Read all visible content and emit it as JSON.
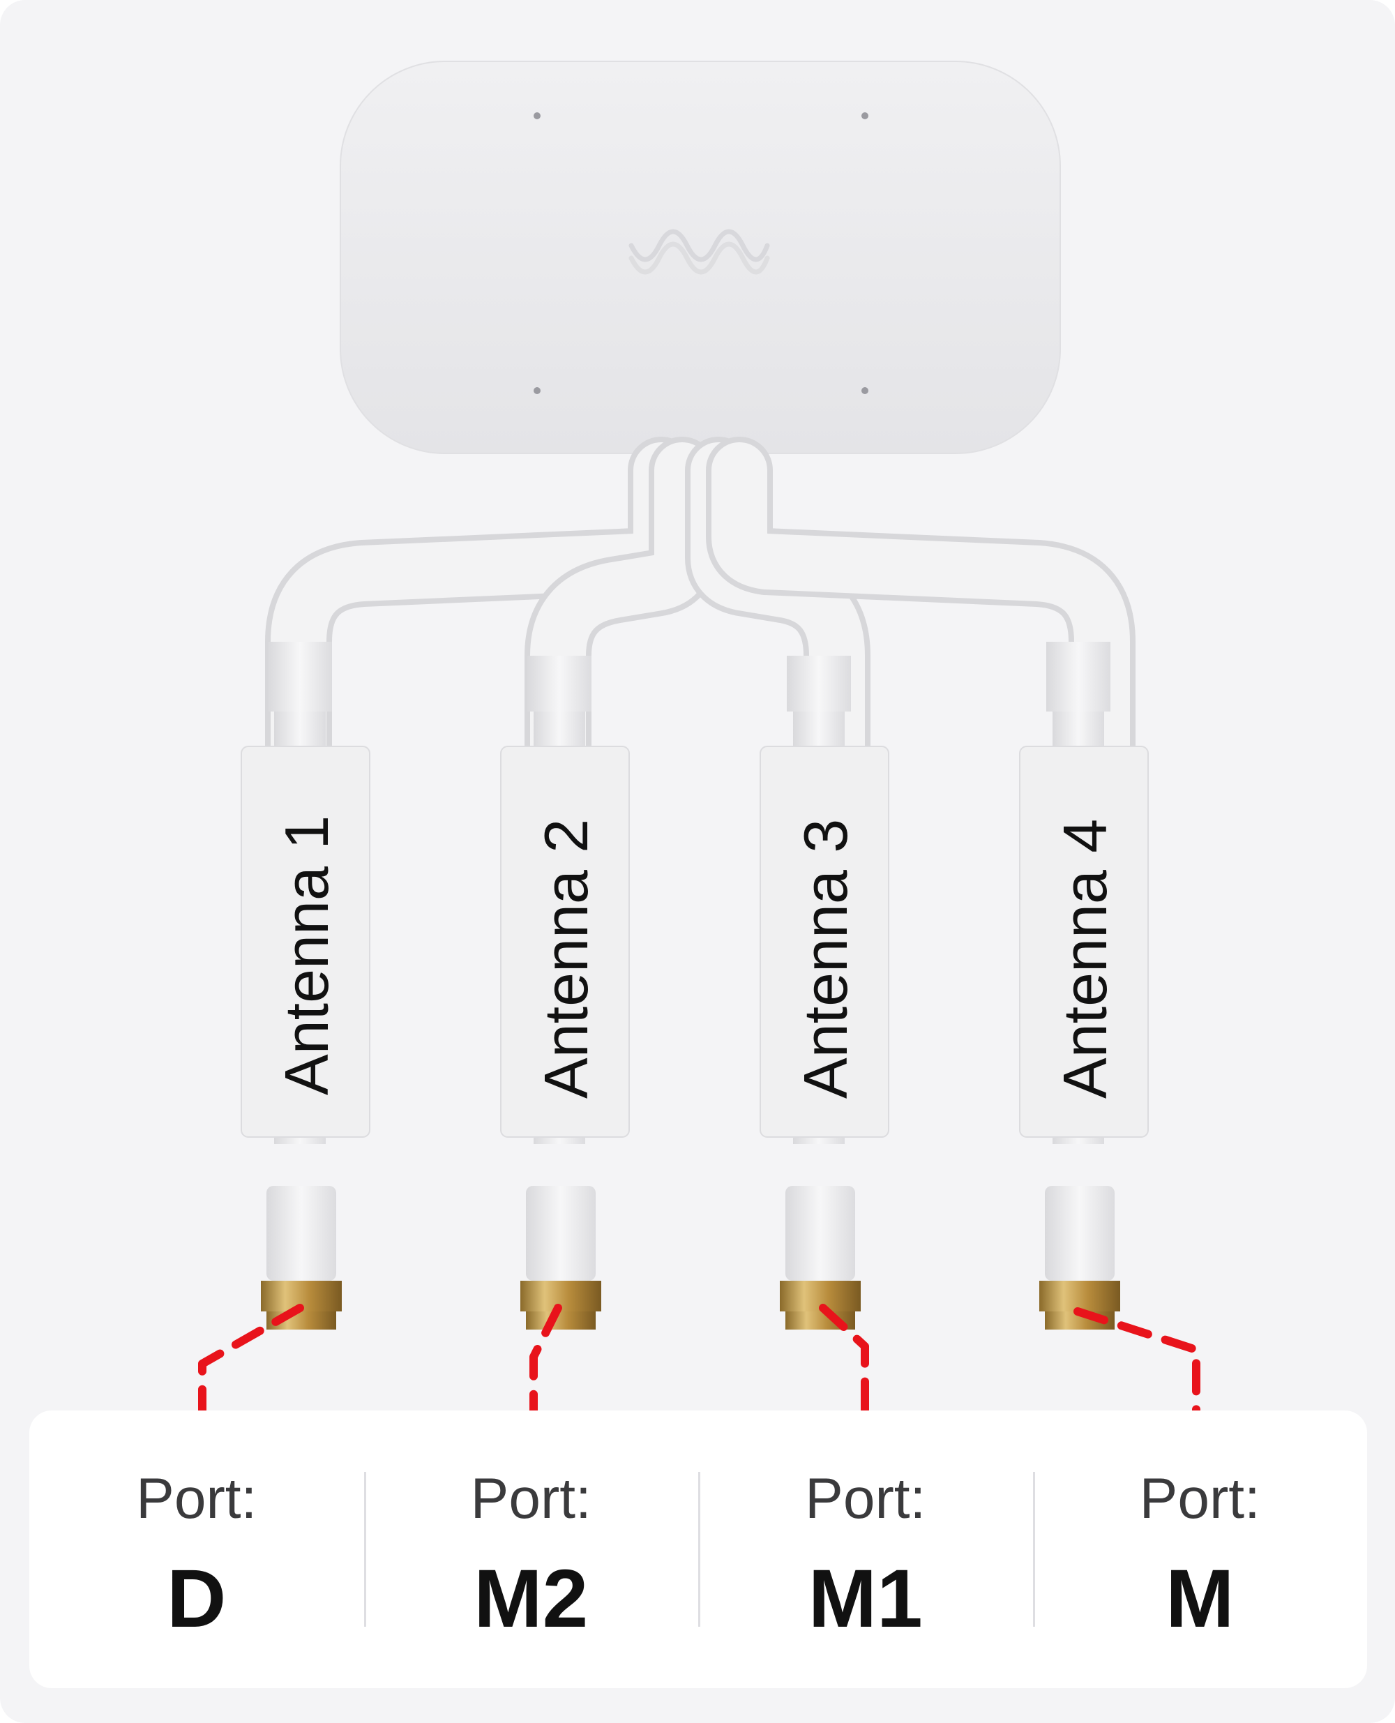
{
  "antennas": [
    {
      "label": "Antenna 1"
    },
    {
      "label": "Antenna 2"
    },
    {
      "label": "Antenna 3"
    },
    {
      "label": "Antenna 4"
    }
  ],
  "ports": [
    {
      "label": "Port:",
      "value": "D"
    },
    {
      "label": "Port:",
      "value": "M2"
    },
    {
      "label": "Port:",
      "value": "M1"
    },
    {
      "label": "Port:",
      "value": "M"
    }
  ],
  "colors": {
    "background": "#f4f4f6",
    "device": "#ececee",
    "cable": "#f2f2f3",
    "connector": "#c9a455",
    "dashed_line": "#e8131b"
  }
}
